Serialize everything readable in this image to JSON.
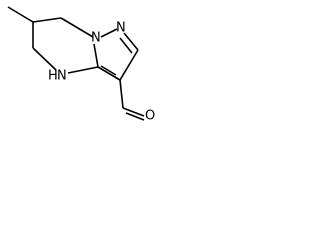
{
  "molecule": {
    "atoms": {
      "n1": "N",
      "n7a": "N",
      "nh_n": "N",
      "nh_h": "H",
      "o": "O"
    }
  }
}
